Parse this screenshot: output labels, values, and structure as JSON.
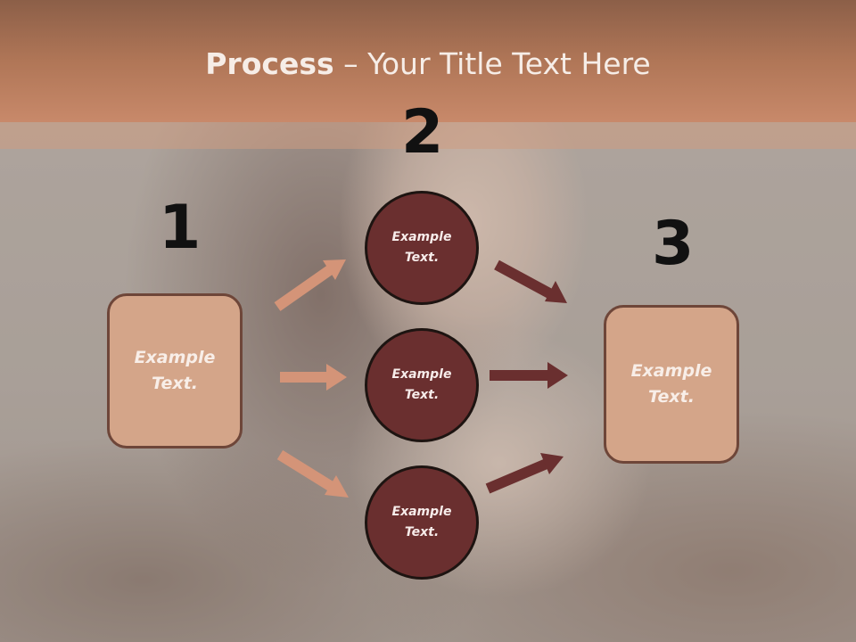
{
  "title": {
    "bold": "Process",
    "separator": " – ",
    "rest": "Your Title Text Here"
  },
  "steps": {
    "one": "1",
    "two": "2",
    "three": "3"
  },
  "left_box": {
    "label": "Example Text."
  },
  "right_box": {
    "label": "Example Text."
  },
  "circles": [
    {
      "label": "Example Text."
    },
    {
      "label": "Example Text."
    },
    {
      "label": "Example Text."
    }
  ],
  "colors": {
    "header": "#b07657",
    "box_fill": "#d4a589",
    "box_border": "#6e4639",
    "circle_fill": "#6a2f2f",
    "arrow_light": "#d49478",
    "arrow_dark": "#6a2f2f",
    "number": "#111111"
  }
}
